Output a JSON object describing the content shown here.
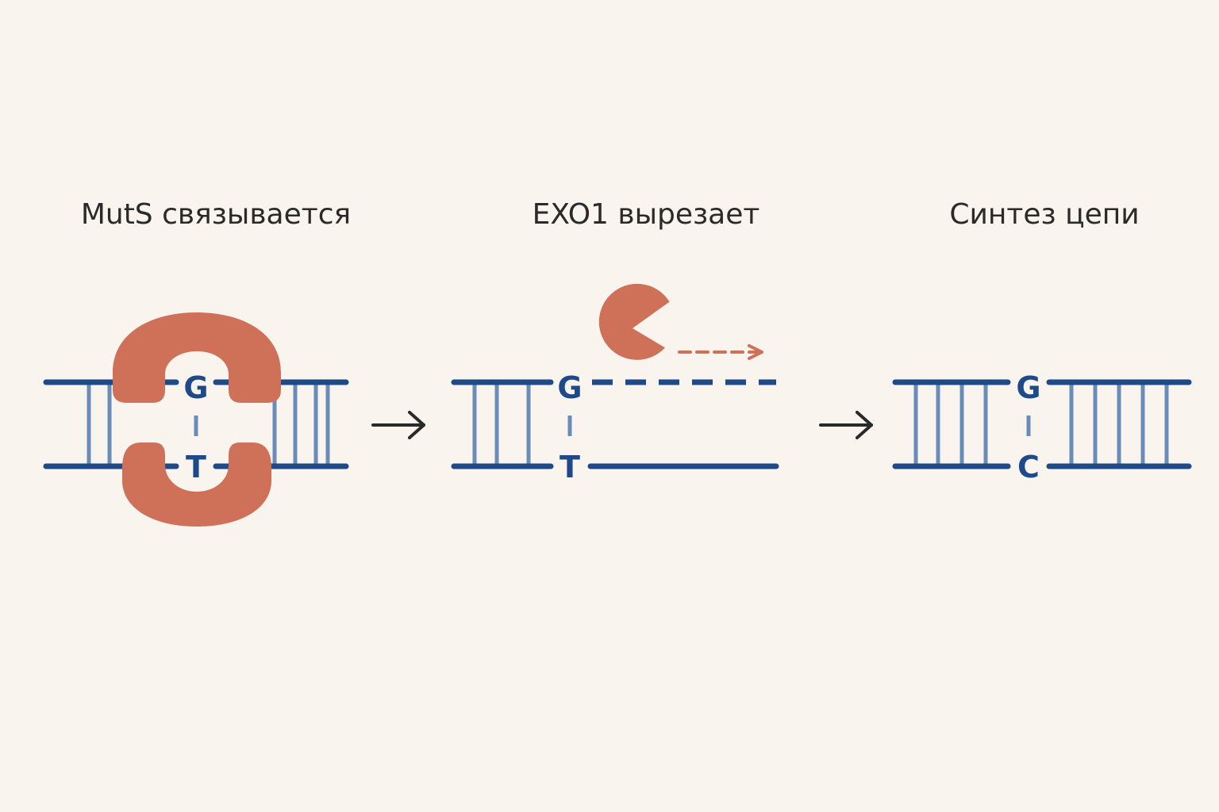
{
  "colors": {
    "background": "#f9f4ee",
    "strand": "#1e4a8a",
    "rung": "#6a8cb8",
    "protein": "#cf7158",
    "text": "#2a2a2a",
    "arrow": "#2a2a2a"
  },
  "steps": [
    {
      "title": "MutS связывается",
      "top_base": "G",
      "bottom_base": "T",
      "protein_icon": "muts-clamp-icon"
    },
    {
      "title": "EXO1 вырезает",
      "top_base": "G",
      "bottom_base": "T",
      "protein_icon": "exo1-pacman-icon"
    },
    {
      "title": "Синтез цепи",
      "top_base": "G",
      "bottom_base": "C"
    }
  ],
  "step_arrows": [
    "right-arrow-icon",
    "right-arrow-icon"
  ]
}
